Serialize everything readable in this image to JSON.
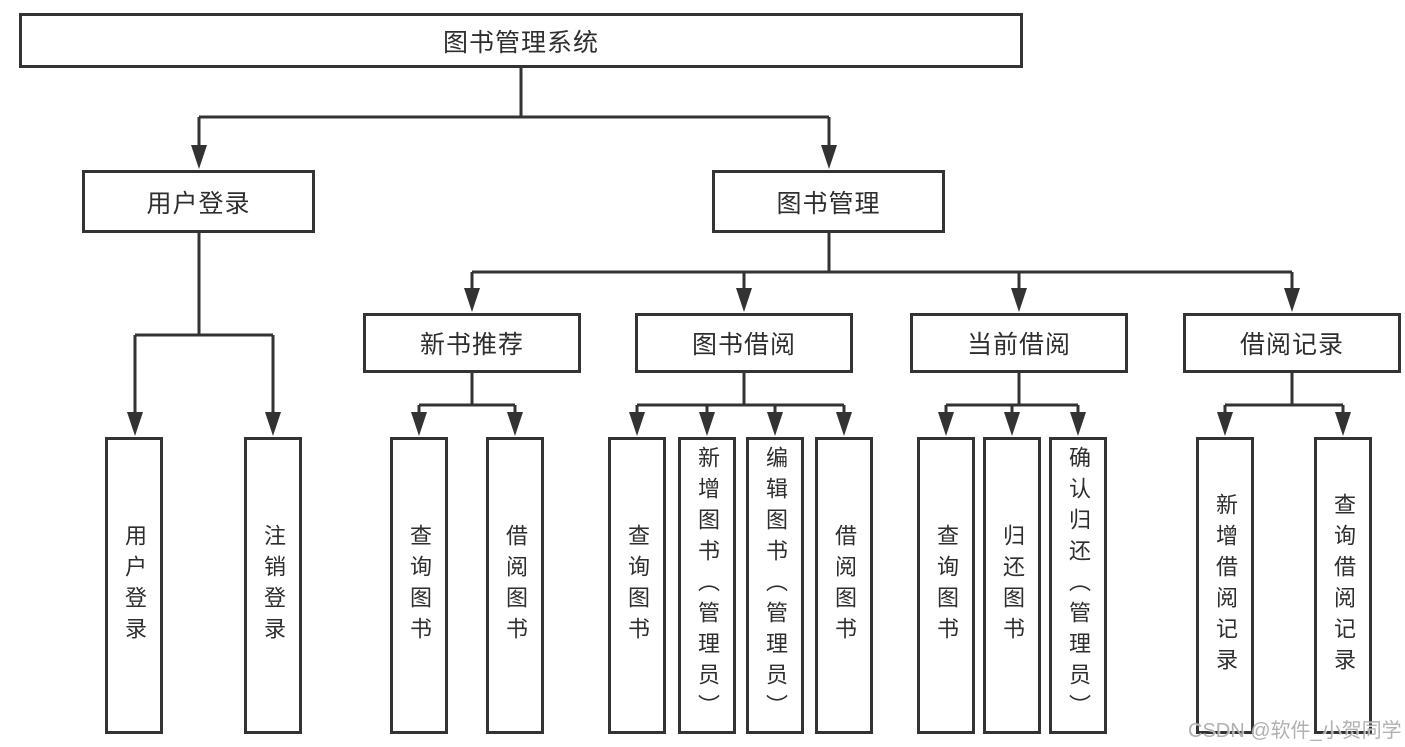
{
  "tree": {
    "label": "图书管理系统",
    "children": [
      {
        "label": "用户登录",
        "children": [
          {
            "label": "用户登录"
          },
          {
            "label": "注销登录"
          }
        ]
      },
      {
        "label": "图书管理",
        "children": [
          {
            "label": "新书推荐",
            "children": [
              {
                "label": "查询图书"
              },
              {
                "label": "借阅图书"
              }
            ]
          },
          {
            "label": "图书借阅",
            "children": [
              {
                "label": "查询图书"
              },
              {
                "label": "新增图书（管理员）"
              },
              {
                "label": "编辑图书（管理员）"
              },
              {
                "label": "借阅图书"
              }
            ]
          },
          {
            "label": "当前借阅",
            "children": [
              {
                "label": "查询图书"
              },
              {
                "label": "归还图书"
              },
              {
                "label": "确认归还（管理员）"
              }
            ]
          },
          {
            "label": "借阅记录",
            "children": [
              {
                "label": "新增借阅记录"
              },
              {
                "label": "查询借阅记录"
              }
            ]
          }
        ]
      }
    ]
  },
  "watermark": "CSDN @软件_小贺同学",
  "colors": {
    "line": "#333333",
    "box_border": "#333333",
    "text": "#2e2e2e",
    "watermark": "#a8a8a8",
    "background": "#ffffff"
  }
}
